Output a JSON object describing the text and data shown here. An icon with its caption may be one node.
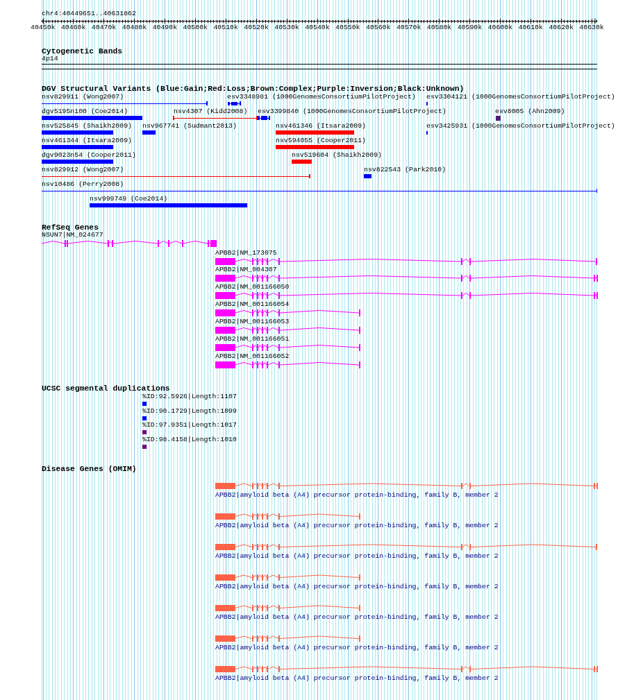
{
  "diagram": {
    "nodes": [
      {
        "text": [
          "4p14"
        ]
      },
      {
        "text": [
          "nsv829911 (Wong2007)"
        ]
      },
      {
        "text": [
          "esv3348981 (1000GenomesConsortiumPilotProject)"
        ]
      },
      {
        "text": [
          "esv3304121 (1000GenomesConsortiumPilotProject)"
        ]
      },
      {
        "text": [
          "dgv5195n100 (Coe2014)"
        ]
      },
      {
        "text": [
          "nsv4307 (Kidd2008)"
        ]
      },
      {
        "text": [
          "esv3399840 (1000GenomesConsortiumPilotProject)"
        ]
      },
      {
        "text": [
          "esv8005 (Ahn2009)"
        ]
      },
      {
        "text": [
          "nsv525845 (Shaikh2009)"
        ]
      },
      {
        "text": [
          "nsv967741 (Sudmant2013)"
        ]
      },
      {
        "text": [
          "nsv461346 (Itsara2009)"
        ]
      },
      {
        "text": [
          "esv3425931 (1000GenomesConsortiumPilotProject)"
        ]
      },
      {
        "text": [
          "nsv461344 (Itsara2009)"
        ]
      },
      {
        "text": [
          "nsv594055 (Cooper2011)"
        ]
      },
      {
        "text": [
          "dgv9023n54 (Cooper2011)"
        ]
      },
      {
        "text": [
          "nsv519604 (Shaikh2009)"
        ]
      },
      {
        "text": [
          "nsv829912 (Wong2007)"
        ]
      },
      {
        "text": [
          "nsv822543 (Park2010)"
        ]
      },
      {
        "text": [
          "nsv10486 (Perry2008)"
        ]
      },
      {
        "text": [
          "nsv999749 (Coe2014)"
        ]
      },
      {
        "text": [
          "NSUN7|NM_024677"
        ]
      },
      {
        "text": [
          "APBB2|NM_173075"
        ]
      },
      {
        "text": [
          "APBB2|NM_004307"
        ]
      },
      {
        "text": [
          "APBB2|NM_001166050"
        ]
      },
      {
        "text": [
          "APBB2|NM_001166054"
        ]
      },
      {
        "text": [
          "APBB2|NM_001166053"
        ]
      },
      {
        "text": [
          "APBB2|NM_001166051"
        ]
      },
      {
        "text": [
          "APBB2|NM_001166052"
        ]
      },
      {
        "text": [
          "%ID:92.5926|Length:1107"
        ]
      },
      {
        "text": [
          "%ID:90.1729|Length:1099"
        ]
      },
      {
        "text": [
          "%ID:97.9351|Length:1017"
        ]
      },
      {
        "text": [
          "%ID:98.4158|Length:1010"
        ]
      },
      {
        "text": [
          "APBB2|amyloid beta (A4) precursor protein-binding, family B, member 2"
        ]
      },
      {
        "text": [
          "APBB2|amyloid beta (A4) precursor protein-binding, family B, member 2"
        ]
      },
      {
        "text": [
          "APBB2|amyloid beta (A4) precursor protein-binding, family B, member 2"
        ]
      },
      {
        "text": [
          "APBB2|amyloid beta (A4) precursor protein-binding, family B, member 2"
        ]
      },
      {
        "text": [
          "APBB2|amyloid beta (A4) precursor protein-binding, family B, member 2"
        ]
      },
      {
        "text": [
          "APBB2|amyloid beta (A4) precursor protein-binding, family B, member 2"
        ]
      },
      {
        "text": [
          "APBB2|amyloid beta (A4) precursor protein-binding, family B, member 2"
        ]
      }
    ],
    "labels": [
      "chr4:40449651..40631862",
      "40450k",
      "40460k",
      "40470k",
      "40480k",
      "40490k",
      "40500k",
      "40510k",
      "40520k",
      "40530k",
      "40540k",
      "40550k",
      "40560k",
      "40570k",
      "40580k",
      "40590k",
      "40600k",
      "40610k",
      "40620k",
      "40630k",
      "Cytogenetic Bands",
      "DGV Structural Variants (Blue:Gain;Red:Loss;Brown:Complex;Purple:Inversion;Black:Unknown)",
      "RefSeq Genes",
      "UCSC segmental duplications",
      "Disease Genes (OMIM)"
    ]
  }
}
